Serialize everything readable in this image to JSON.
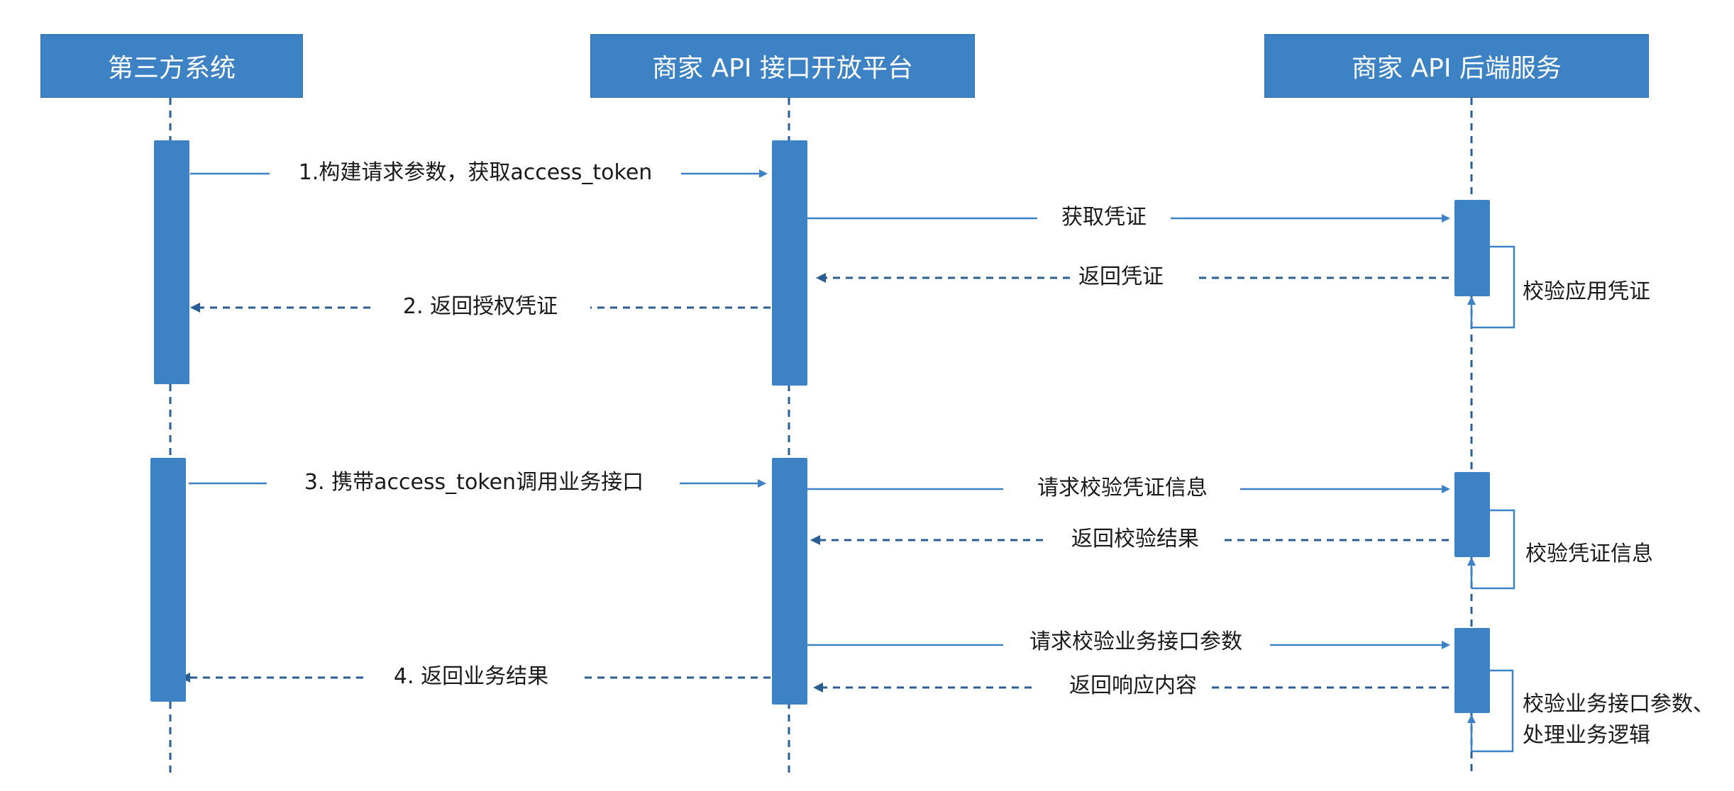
{
  "participants": {
    "third_party": "第三方系统",
    "platform": "商家 API 接口开放平台",
    "backend": "商家 API 后端服务"
  },
  "messages": {
    "m1": "1.构建请求参数，获取access_token",
    "m2": "获取凭证",
    "m3": "返回凭证",
    "m4": "2. 返回授权凭证",
    "m5": "3. 携带access_token调用业务接口",
    "m6": "请求校验凭证信息",
    "m7": "返回校验结果",
    "m8": "请求校验业务接口参数",
    "m9": "4. 返回业务结果",
    "m10": "返回响应内容"
  },
  "notes": {
    "n1": "校验应用凭证",
    "n2": "校验凭证信息",
    "n3_line1": "校验业务接口参数、",
    "n3_line2": "处理业务逻辑"
  },
  "colors": {
    "accent": "#3d82c4",
    "line": "#3d82c4",
    "dashed": "#2b5d95"
  }
}
